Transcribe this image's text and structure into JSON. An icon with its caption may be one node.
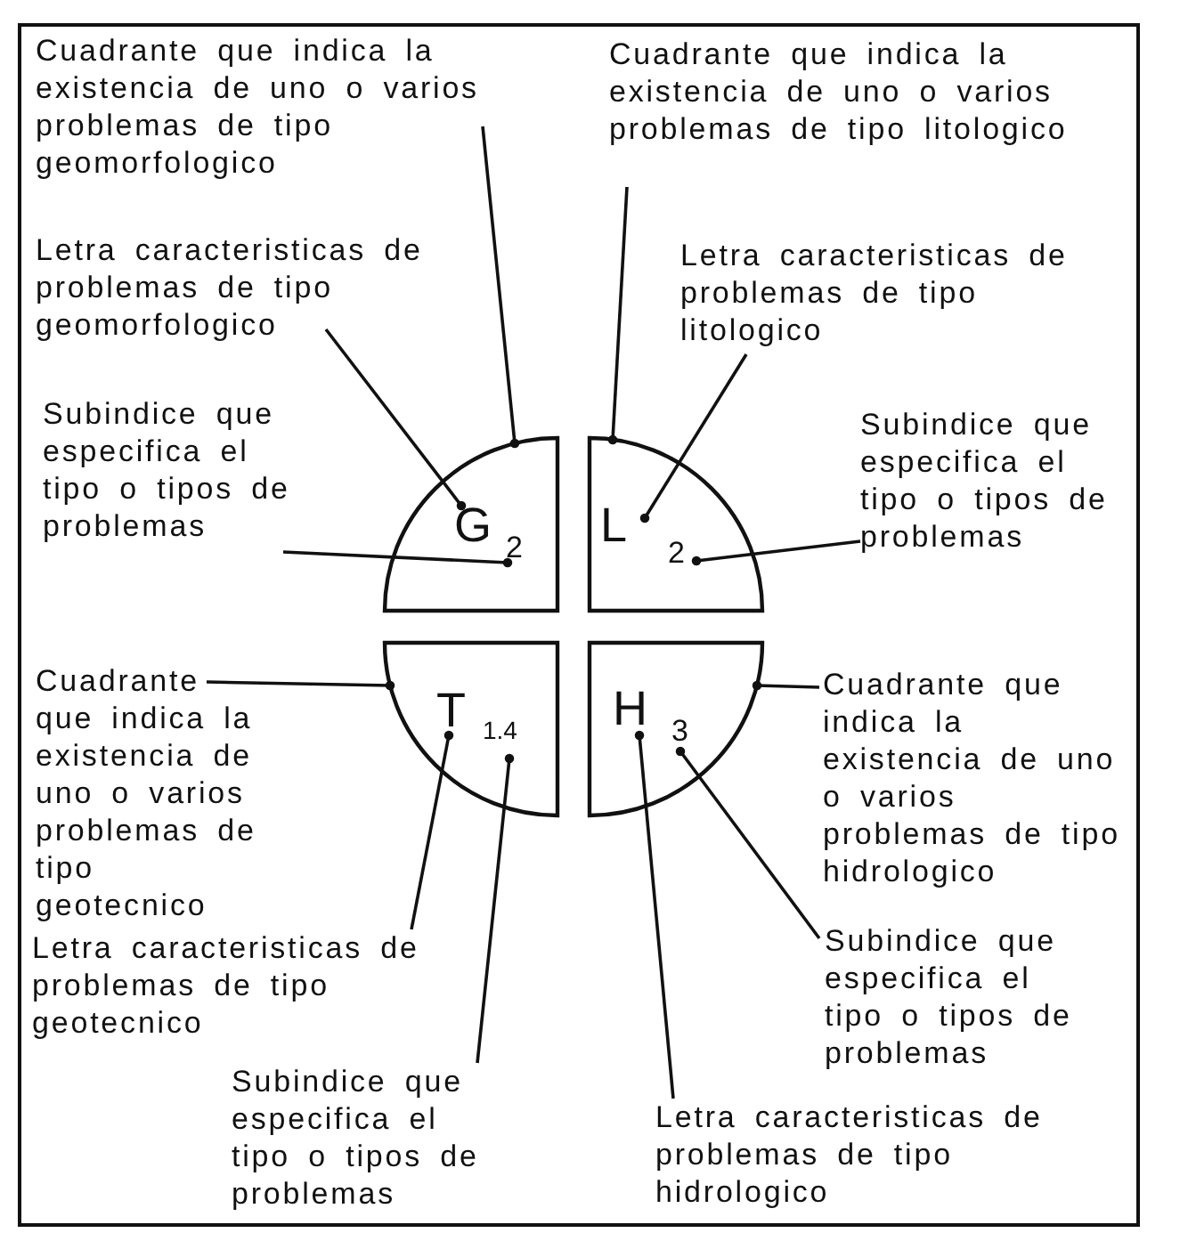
{
  "diagram": {
    "nodes": [
      {
        "text": [],
        "shape": "sector"
      },
      {
        "text": [],
        "shape": "sector"
      },
      {
        "text": [],
        "shape": "sector"
      },
      {
        "text": [],
        "shape": "sector"
      },
      {
        "text": [
          "G"
        ],
        "in": 0
      },
      {
        "text": [
          "2"
        ],
        "in": 0
      },
      {
        "text": [
          "L"
        ],
        "in": 1
      },
      {
        "text": [
          "2"
        ],
        "in": 1
      },
      {
        "text": [
          "T"
        ],
        "in": 2
      },
      {
        "text": [
          "1.4"
        ],
        "in": 2
      },
      {
        "text": [
          "H"
        ],
        "in": 3
      },
      {
        "text": [
          "3"
        ],
        "in": 3
      },
      {
        "text": [
          "Cuadrante que indica la existencia de uno o varios problemas de tipo geomorfologico"
        ]
      },
      {
        "text": [
          "Cuadrante que indica la existencia de uno o varios problemas de tipo litologico"
        ]
      },
      {
        "text": [
          "Letra caracteristicas de problemas de tipo geomorfologico"
        ]
      },
      {
        "text": [
          "Letra caracteristicas de problemas de tipo litologico"
        ]
      },
      {
        "text": [
          "Subindice que especifica el tipo o tipos de problemas"
        ]
      },
      {
        "text": [
          "Subindice que especifica el tipo o tipos de problemas"
        ]
      },
      {
        "text": [
          "Cuadrante que indica la existencia de uno o varios problemas de tipo geotecnico"
        ]
      },
      {
        "text": [
          "Cuadrante que indica la existencia de uno o varios problemas de tipo hidrologico"
        ]
      },
      {
        "text": [
          "Letra caracteristicas de problemas de tipo geotecnico"
        ]
      },
      {
        "text": [
          "Subindice que especifica el tipo o tipos de problemas"
        ]
      },
      {
        "text": [
          "Subindice que especifica el tipo o tipos de problemas"
        ]
      },
      {
        "text": [
          "Letra caracteristicas de problemas de tipo hidrologico"
        ]
      }
    ],
    "edges": [
      {
        "from": 12,
        "to": 0,
        "arrow": "other"
      },
      {
        "from": 14,
        "to": 4,
        "arrow": "other"
      },
      {
        "from": 16,
        "to": 5,
        "arrow": "other"
      },
      {
        "from": 13,
        "to": 1,
        "arrow": "other"
      },
      {
        "from": 15,
        "to": 6,
        "arrow": "other"
      },
      {
        "from": 17,
        "to": 7,
        "arrow": "other"
      },
      {
        "from": 18,
        "to": 2,
        "arrow": "other"
      },
      {
        "from": 20,
        "to": 8,
        "arrow": "other"
      },
      {
        "from": 22,
        "to": 9,
        "arrow": "other"
      },
      {
        "from": 19,
        "to": 3,
        "arrow": "other"
      },
      {
        "from": 23,
        "to": 10,
        "arrow": "other"
      },
      {
        "from": 21,
        "to": 11,
        "arrow": "other"
      }
    ]
  }
}
